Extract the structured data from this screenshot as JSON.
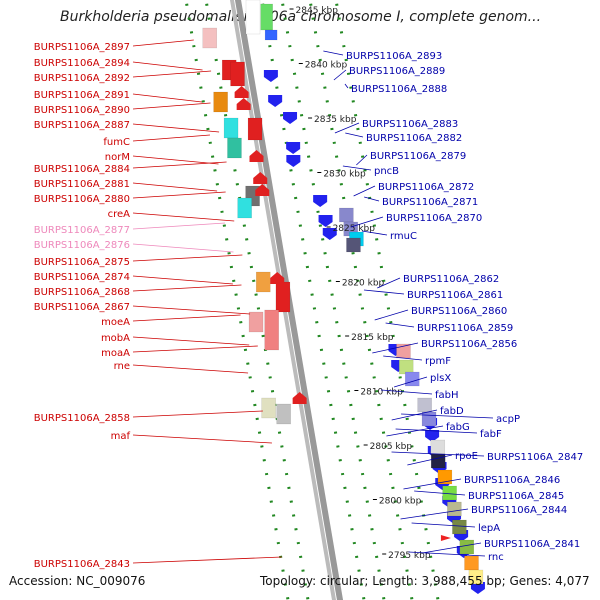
{
  "title": "Burkholderia pseudomallei 1106a chromosome I, complete genom...",
  "footer": {
    "accession": "Accession: NC_009076",
    "summary": "Topology: circular; Length: 3,988,455 bp; Genes: 4,077"
  },
  "colors": {
    "left_label": "#cc0000",
    "left_label_pseudo": "#ee88bb",
    "right_label": "#0000aa",
    "backbone": "#999999",
    "track_dots": "#228822"
  },
  "kbp_ticks": [
    {
      "label": "2845 kbp"
    },
    {
      "label": "2840 kbp"
    },
    {
      "label": "2835 kbp"
    },
    {
      "label": "2830 kbp"
    },
    {
      "label": "2825 kbp"
    },
    {
      "label": "2820 kbp"
    },
    {
      "label": "2815 kbp"
    },
    {
      "label": "2810 kbp"
    },
    {
      "label": "2805 kbp"
    },
    {
      "label": "2800 kbp"
    },
    {
      "label": "2795 kbp"
    }
  ],
  "left_labels": [
    {
      "text": "BURPS1106A_2897"
    },
    {
      "text": "BURPS1106A_2894"
    },
    {
      "text": "BURPS1106A_2892"
    },
    {
      "text": "BURPS1106A_2891"
    },
    {
      "text": "BURPS1106A_2890"
    },
    {
      "text": "BURPS1106A_2887"
    },
    {
      "text": "fumC"
    },
    {
      "text": "norM"
    },
    {
      "text": "BURPS1106A_2884"
    },
    {
      "text": "BURPS1106A_2881"
    },
    {
      "text": "BURPS1106A_2880"
    },
    {
      "text": "creA"
    },
    {
      "text": "BURPS1106A_2877",
      "pseudo": true
    },
    {
      "text": "BURPS1106A_2876",
      "pseudo": true
    },
    {
      "text": "BURPS1106A_2875"
    },
    {
      "text": "BURPS1106A_2874"
    },
    {
      "text": "BURPS1106A_2868"
    },
    {
      "text": "BURPS1106A_2867"
    },
    {
      "text": "moeA"
    },
    {
      "text": "mobA"
    },
    {
      "text": "moaA"
    },
    {
      "text": "rne"
    },
    {
      "text": "BURPS1106A_2858"
    },
    {
      "text": "maf"
    },
    {
      "text": "BURPS1106A_2843"
    }
  ],
  "right_labels": [
    {
      "text": "BURPS1106A_2893"
    },
    {
      "text": "BURPS1106A_2889"
    },
    {
      "text": "BURPS1106A_2888"
    },
    {
      "text": "BURPS1106A_2883"
    },
    {
      "text": "BURPS1106A_2882"
    },
    {
      "text": "BURPS1106A_2879"
    },
    {
      "text": "pncB"
    },
    {
      "text": "BURPS1106A_2872"
    },
    {
      "text": "BURPS1106A_2871"
    },
    {
      "text": "BURPS1106A_2870"
    },
    {
      "text": "rmuC"
    },
    {
      "text": "BURPS1106A_2862"
    },
    {
      "text": "BURPS1106A_2861"
    },
    {
      "text": "BURPS1106A_2860"
    },
    {
      "text": "BURPS1106A_2859"
    },
    {
      "text": "BURPS1106A_2856"
    },
    {
      "text": "rpmF"
    },
    {
      "text": "plsX"
    },
    {
      "text": "fabH"
    },
    {
      "text": "fabD"
    },
    {
      "text": "acpP"
    },
    {
      "text": "fabG"
    },
    {
      "text": "fabF"
    },
    {
      "text": "rpoE"
    },
    {
      "text": "BURPS1106A_2847"
    },
    {
      "text": "BURPS1106A_2846"
    },
    {
      "text": "BURPS1106A_2845"
    },
    {
      "text": "BURPS1106A_2844"
    },
    {
      "text": "lepA"
    },
    {
      "text": "BURPS1106A_2841"
    },
    {
      "text": "rnc"
    }
  ]
}
